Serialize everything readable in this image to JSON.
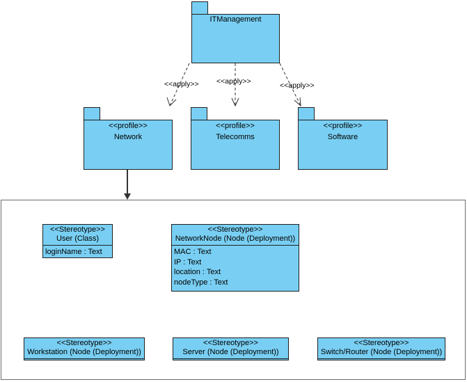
{
  "packages": {
    "it_management": {
      "name": "ITManagement"
    },
    "network": {
      "stereotype": "<<profile>>",
      "name": "Network"
    },
    "telecomms": {
      "stereotype": "<<profile>>",
      "name": "Telecomms"
    },
    "software": {
      "stereotype": "<<profile>>",
      "name": "Software"
    }
  },
  "apply_labels": [
    "<<apply>>",
    "<<apply>>",
    "<<apply>>"
  ],
  "classes": {
    "user": {
      "stereotype": "<<Stereotype>>",
      "name": "User (Class)",
      "attributes": [
        "loginName : Text"
      ]
    },
    "network_node": {
      "stereotype": "<<Stereotype>>",
      "name": "NetworkNode (Node (Deployment))",
      "attributes": [
        "MAC : Text",
        "IP : Text",
        "location : Text",
        "nodeType : Text"
      ]
    },
    "workstation": {
      "stereotype": "<<Stereotype>>",
      "name": "Workstation (Node (Deployment))"
    },
    "server": {
      "stereotype": "<<Stereotype>>",
      "name": "Server (Node (Deployment))"
    },
    "switch_router": {
      "stereotype": "<<Stereotype>>",
      "name": "Switch/Router (Node (Deployment))"
    }
  }
}
